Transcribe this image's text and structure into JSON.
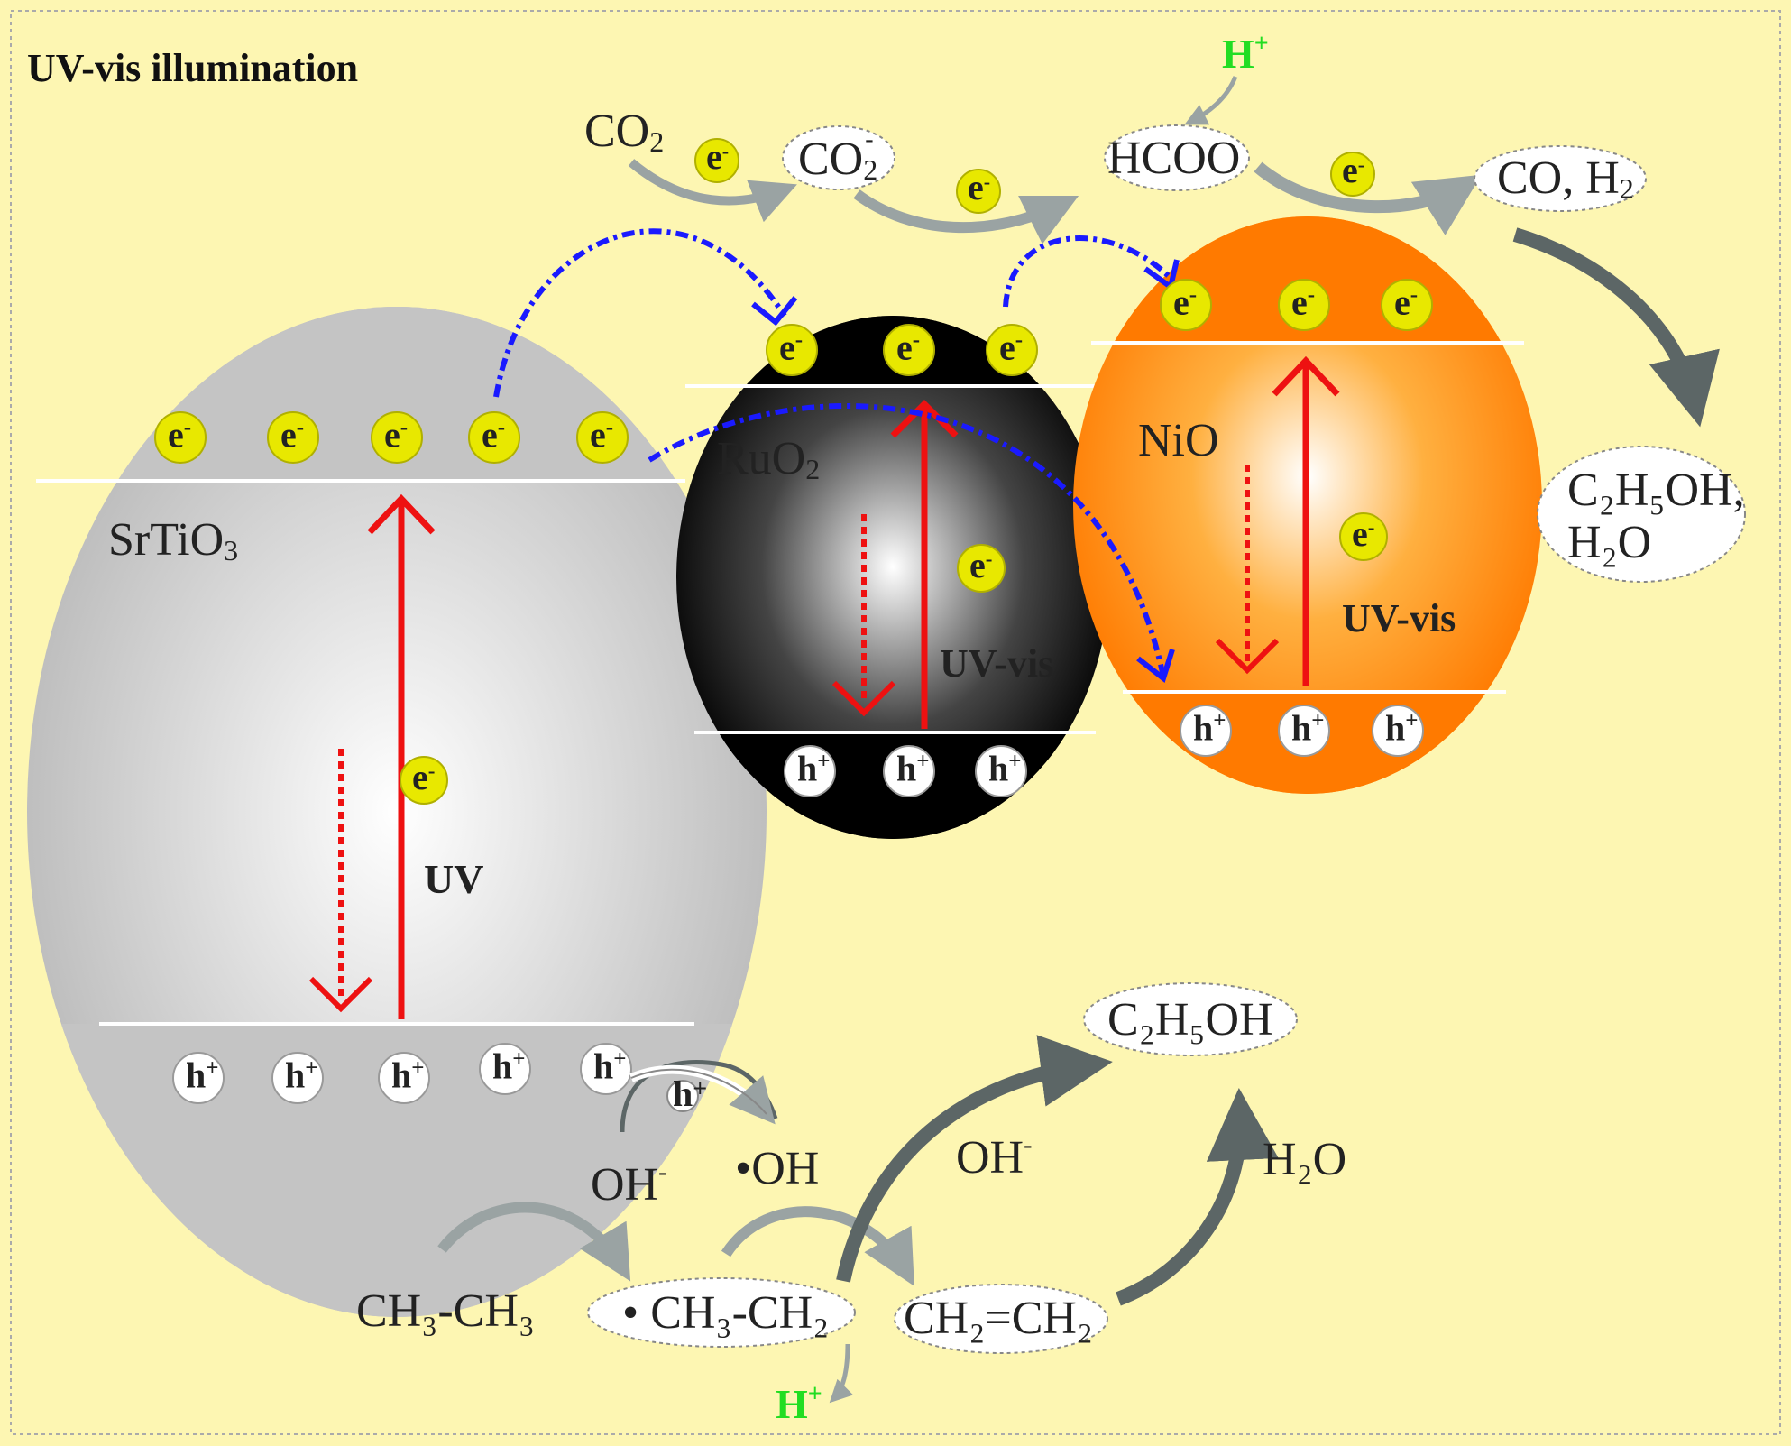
{
  "title": "UV-vis illumination",
  "materials": {
    "srtio3": "SrTiO",
    "srtio3_sub": "3",
    "ruo2": "RuO",
    "ruo2_sub": "2",
    "nio": "NiO"
  },
  "excitation": {
    "uv": "UV",
    "uvvis_ruo2": "UV-vis",
    "uvvis_nio": "UV-vis"
  },
  "carriers": {
    "electron": "e",
    "electron_sign": "-",
    "hole": "h",
    "hole_sign": "+"
  },
  "species": {
    "co2": "CO",
    "co2_sub": "2",
    "co2_radical": "CO",
    "co2_radical_sub": "2",
    "co2_radical_sign": "-",
    "h_plus_top": "H",
    "h_plus_top_sign": "+",
    "hcoo": "HCOO",
    "co_h2": "CO, H",
    "co_h2_sub": "2",
    "c2h5oh_h2o_line1": "C₂H₅OH,",
    "c2h5oh_h2o_line2": "H₂O",
    "oh_minus_left": "OH",
    "oh_minus_left_sign": "-",
    "oh_radical": "•OH",
    "oh_minus_right": "OH",
    "oh_minus_right_sign": "-",
    "h2o": "H₂O",
    "c2h5oh_bottom": "C₂H₅OH",
    "ethane": "CH₃-CH₃",
    "ethyl_radical": "• CH₃-CH₂",
    "ethylene": "CH₂=CH₂",
    "h_plus_bottom": "H",
    "h_plus_bottom_sign": "+"
  },
  "colors": {
    "background": "#fdf6b2",
    "srtio3": "#c8c8c8",
    "ruo2": "#000000",
    "nio": "#ff7f00",
    "electron": "#e8e800",
    "transfer_arrow": "#1a1aff",
    "excitation_arrow": "#ee1111",
    "proton": "#22dd22",
    "process_arrow": "#9aa3a3"
  }
}
